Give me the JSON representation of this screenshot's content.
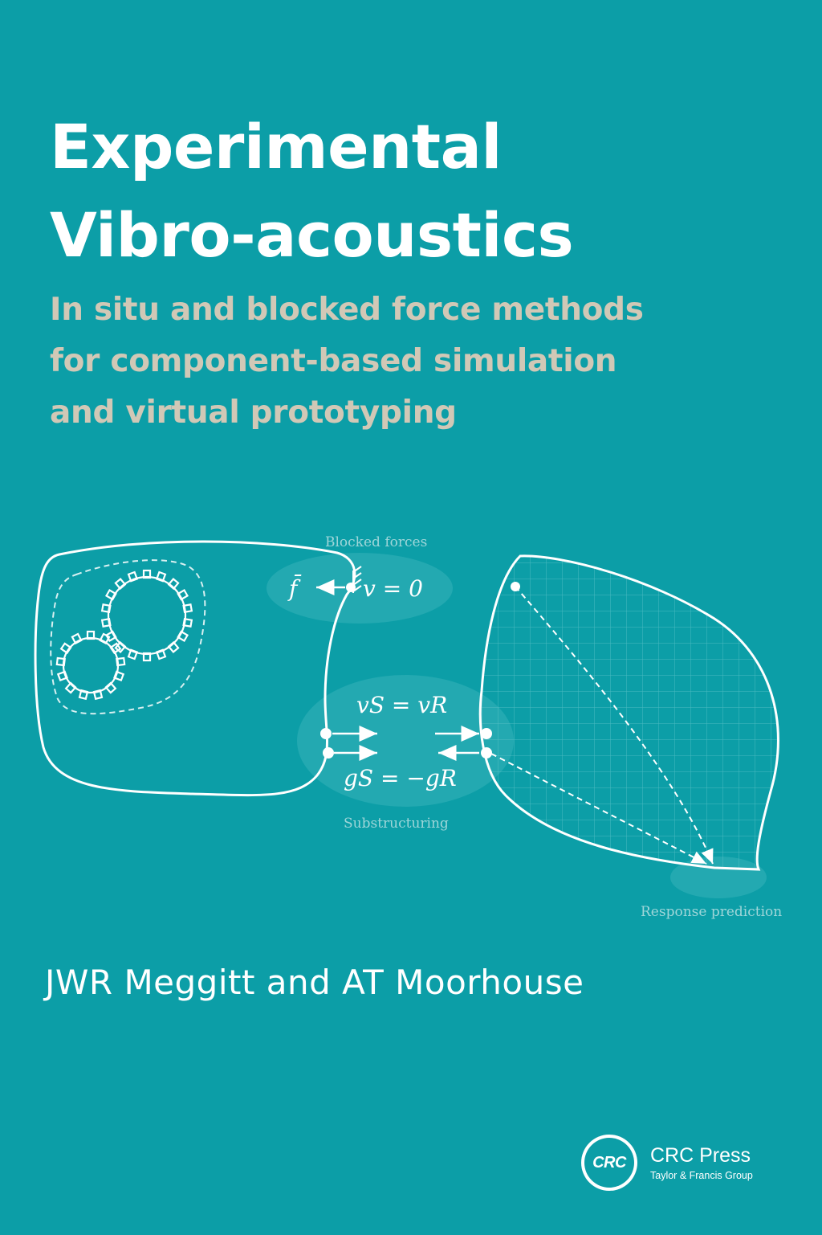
{
  "cover": {
    "title_lines": [
      "Experimental",
      "Vibro-acoustics"
    ],
    "subtitle_lines": [
      "In situ and blocked force methods",
      "for component-based simulation",
      "and virtual prototyping"
    ],
    "authors": "JWR Meggitt and AT Moorhouse"
  },
  "figure": {
    "labels": {
      "blocked_forces": "Blocked forces",
      "substructuring": "Substructuring",
      "response_prediction": "Response prediction"
    },
    "equations": {
      "blocked_force_symbol": "f̄",
      "blocked_velocity": "v = 0",
      "velocity_coupling": "vS = vR",
      "force_coupling": "gS = −gR"
    }
  },
  "publisher": {
    "logo_text": "CRC",
    "name": "CRC Press",
    "group": "Taylor & Francis Group"
  }
}
